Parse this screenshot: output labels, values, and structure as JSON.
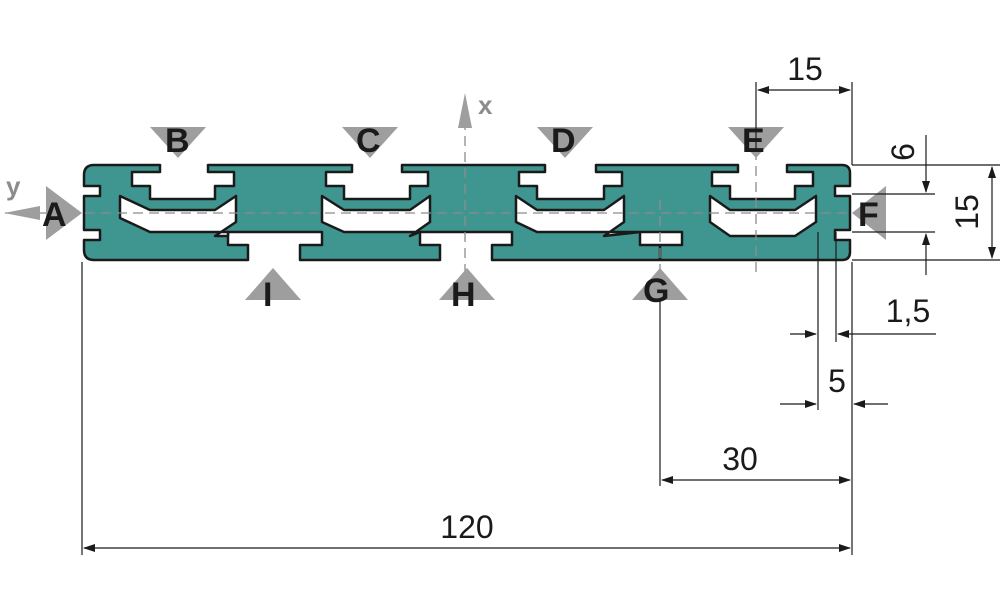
{
  "colors": {
    "profile_fill": "#3f9690",
    "profile_stroke": "#1a1a1a",
    "marker_fill": "#9e9e9e",
    "axis_color": "#8c8c8c"
  },
  "axes": {
    "x_label": "x",
    "y_label": "y"
  },
  "side_labels": [
    "A",
    "B",
    "C",
    "D",
    "E",
    "F",
    "G",
    "H",
    "I"
  ],
  "dimensions": {
    "overall_width": "120",
    "slot_pitch": "30",
    "slot_width": "15",
    "height": "15",
    "slot_opening": "6",
    "wall": "1,5",
    "slot_depth": "5"
  }
}
